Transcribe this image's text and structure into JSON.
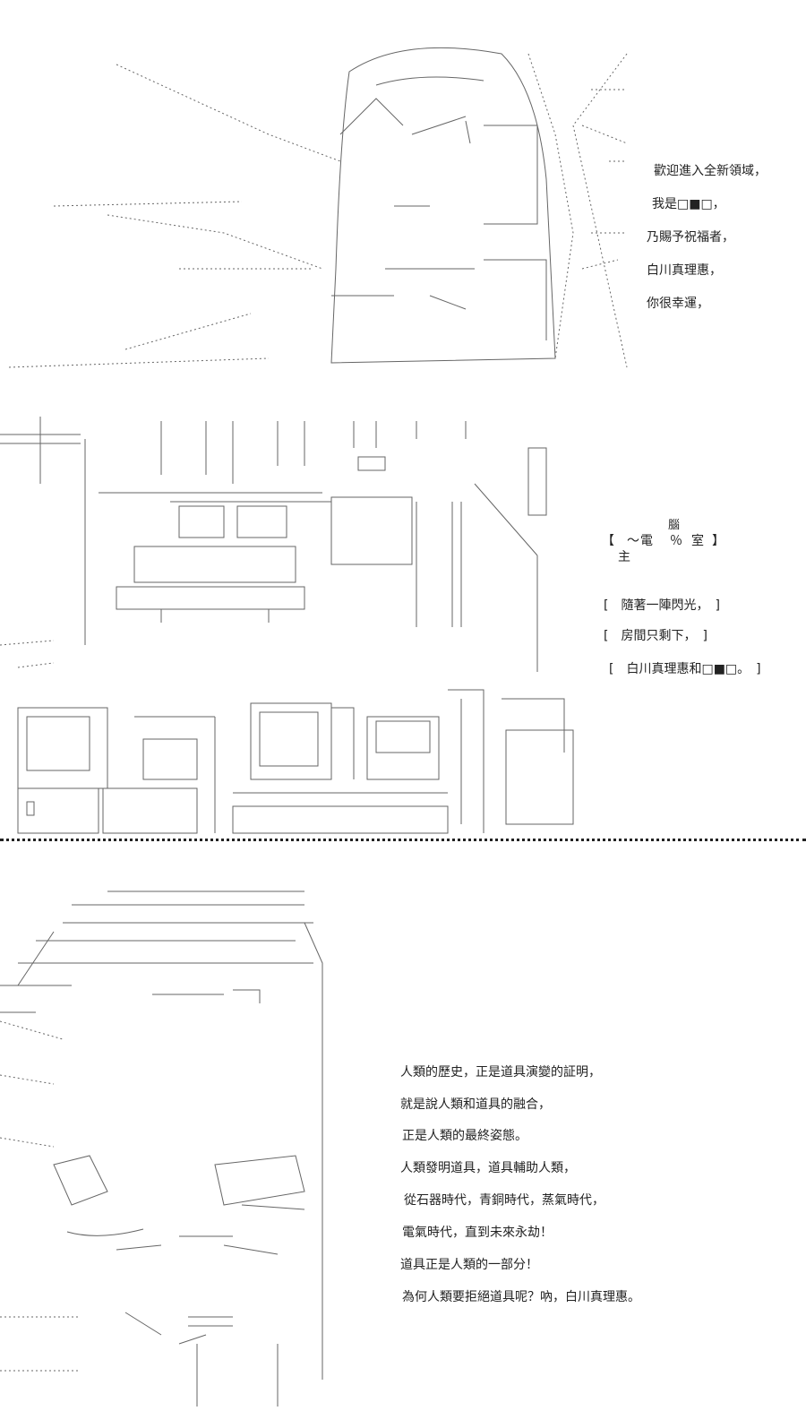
{
  "panel1": {
    "lines": [
      "歡迎進入全新領域，",
      "我是□■□，",
      "乃賜予祝福者，",
      "白川真理惠，",
      "你很幸運，"
    ]
  },
  "panel2": {
    "room_label": {
      "open": "【",
      "tilde": "～",
      "c1": "電",
      "ruby_top": "腦",
      "c2": "％",
      "c3": "室",
      "close": "】",
      "ruby_bottom": "主"
    },
    "lines": [
      "[　隨著一陣閃光，　]",
      "[　房間只剩下，　]",
      "[　白川真理惠和□■□。　]"
    ]
  },
  "panel3": {
    "lines": [
      "人類的歷史，正是道具演變的証明，",
      "就是說人類和道具的融合，",
      "正是人類的最終姿態。",
      "人類發明道具，道具輔助人類，",
      "從石器時代，青銅時代，蒸氣時代，",
      "電氣時代，直到未來永劫！",
      "道具正是人類的一部分！",
      "為何人類要拒絕道具呢？吶，白川真理惠。"
    ]
  },
  "colors": {
    "ink": "#222222",
    "art": "#555555"
  }
}
